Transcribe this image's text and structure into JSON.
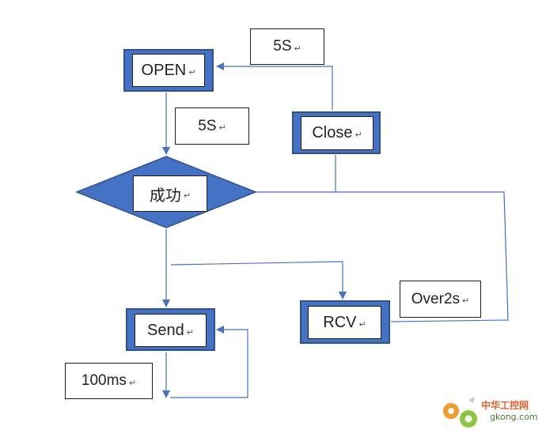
{
  "nodes": {
    "open": {
      "label": "OPEN",
      "mark": "↵"
    },
    "close": {
      "label": "Close",
      "mark": "↵"
    },
    "success": {
      "label": "成功",
      "mark": "↵"
    },
    "send": {
      "label": "Send",
      "mark": "↵"
    },
    "rcv": {
      "label": "RCV",
      "mark": "↵"
    }
  },
  "notes": {
    "close_to_open": {
      "label": "5S",
      "mark": "↵"
    },
    "open_to_success": {
      "label": "5S",
      "mark": "↵"
    },
    "send_loop": {
      "label": "100ms",
      "mark": "↵"
    },
    "rcv_timeout": {
      "label": "Over2s",
      "mark": "↵"
    }
  },
  "colors": {
    "node_fill": "#4472c4",
    "node_border": "#2f528f",
    "connector": "#4472c4"
  },
  "watermark": {
    "text": "中华工控网",
    "domain": "gkong.com",
    "icon": "gear-icon"
  }
}
